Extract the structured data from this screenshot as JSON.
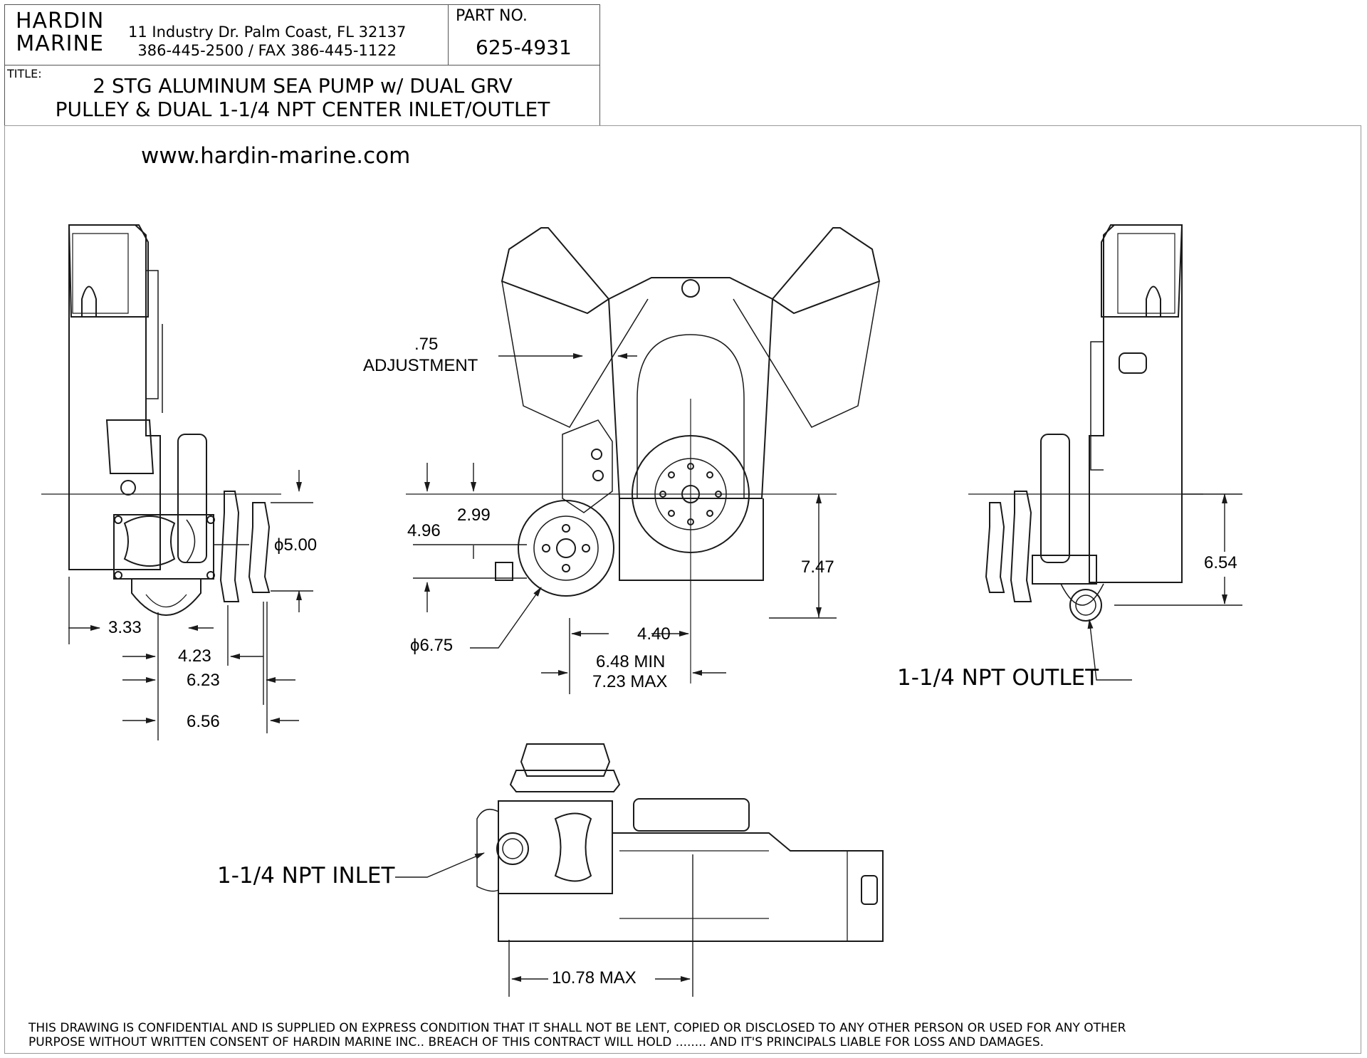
{
  "title_block": {
    "company_line1": "HARDIN",
    "company_line2": "MARINE",
    "address_line1": "11 Industry Dr. Palm Coast, FL 32137",
    "address_line2": "386-445-2500 / FAX 386-445-1122",
    "part_no_label": "PART NO.",
    "part_no_value": "625-4931",
    "title_label": "TITLE:",
    "title_line1": "2 STG ALUMINUM SEA PUMP w/ DUAL GRV",
    "title_line2": "PULLEY & DUAL 1-1/4 NPT CENTER INLET/OUTLET"
  },
  "website": "www.hardin-marine.com",
  "dimensions": {
    "left_view": {
      "pulley_dia": "ϕ5.00",
      "d1": "3.33",
      "d2": "4.23",
      "d3": "6.23",
      "d4": "6.56"
    },
    "front_view": {
      "adjust_value": ".75",
      "adjust_label": "ADJUSTMENT",
      "d_299": "2.99",
      "d_496": "4.96",
      "d_747": "7.47",
      "pulley_dia": "ϕ6.75",
      "d_440": "4.40",
      "min_label": "6.48 MIN",
      "max_label": "7.23 MAX"
    },
    "right_view": {
      "d_654": "6.54"
    },
    "bottom_view": {
      "width_max": "10.78 MAX"
    }
  },
  "callouts": {
    "outlet": "1-1/4 NPT OUTLET",
    "inlet": "1-1/4 NPT INLET"
  },
  "disclaimer": {
    "line1": "THIS DRAWING IS CONFIDENTIAL AND IS SUPPLIED ON EXPRESS CONDITION THAT IT SHALL NOT BE LENT, COPIED OR DISCLOSED TO ANY OTHER PERSON OR USED FOR ANY OTHER",
    "line2": "PURPOSE WITHOUT WRITTEN  CONSENT OF HARDIN MARINE INC.. BREACH OF THIS CONTRACT WILL HOLD ........ AND IT'S PRINCIPALS LIABLE FOR LOSS AND DAMAGES."
  },
  "colors": {
    "line": "#1a1a1a",
    "border": "#555555",
    "background": "#ffffff"
  }
}
